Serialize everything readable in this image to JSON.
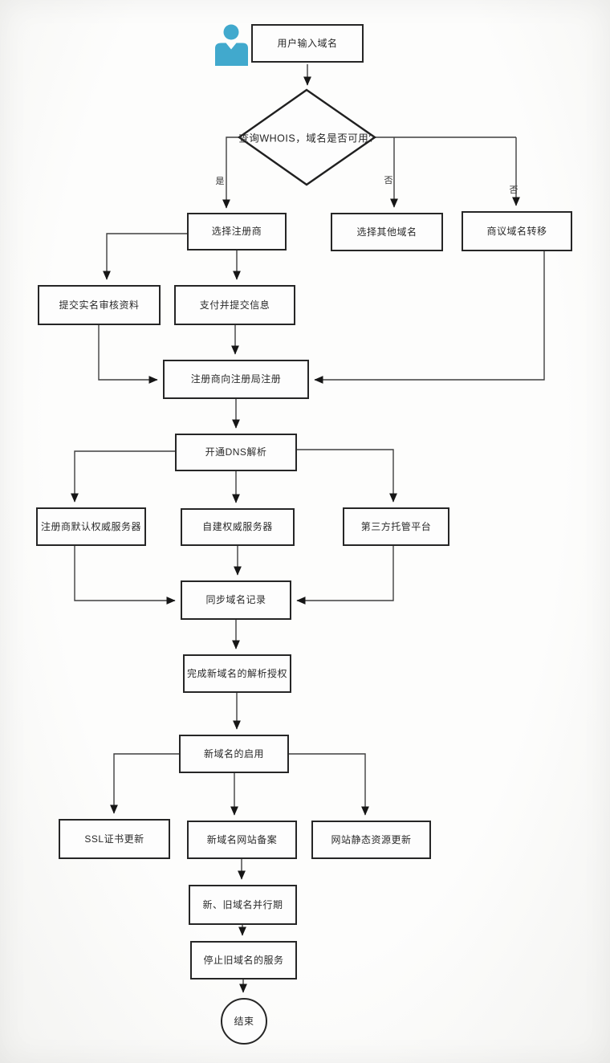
{
  "diagram": {
    "edge_labels": {
      "yes": "是",
      "no_left": "否",
      "no_right": "否"
    },
    "nodes": {
      "user_input": "用户输入域名",
      "whois_decision": "查询WHOIS，域名是否可用?",
      "choose_registrar": "选择注册商",
      "choose_other_domain": "选择其他域名",
      "negotiate_transfer": "商议域名转移",
      "submit_real_name": "提交实名审核资料",
      "pay_and_submit": "支付并提交信息",
      "registrar_register": "注册商向注册局注册",
      "enable_dns": "开通DNS解析",
      "registrar_default_server": "注册商默认权威服务器",
      "self_built_server": "自建权威服务器",
      "third_party_platform": "第三方托管平台",
      "sync_domain_records": "同步域名记录",
      "complete_resolution_auth": "完成新域名的解析授权",
      "enable_new_domain": "新域名的启用",
      "ssl_cert_update": "SSL证书更新",
      "new_domain_site_filing": "新域名网站备案",
      "static_resource_update": "网站静态资源更新",
      "parallel_period": "新、旧域名并行期",
      "stop_old_domain": "停止旧域名的服务",
      "end": "结束"
    },
    "colors": {
      "person_icon": "#41a9cd"
    }
  }
}
